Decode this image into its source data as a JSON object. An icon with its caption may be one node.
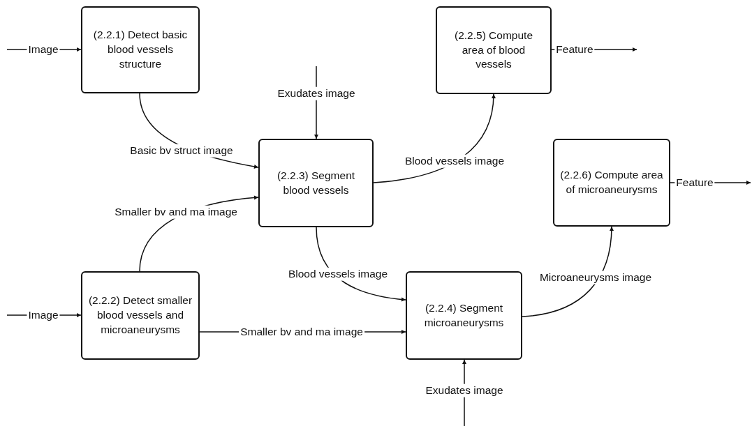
{
  "diagram": {
    "nodes": [
      {
        "text": [
          "(2.2.1) Detect basic blood vessels structure"
        ]
      },
      {
        "text": [
          "(2.2.5) Compute area of blood vessels"
        ]
      },
      {
        "text": [
          "(2.2.3) Segment blood vessels"
        ]
      },
      {
        "text": [
          "(2.2.6) Compute area of microaneurysms"
        ]
      },
      {
        "text": [
          "(2.2.2) Detect smaller blood vessels and microaneurysms"
        ]
      },
      {
        "text": [
          "(2.2.4) Segment microaneurysms"
        ]
      }
    ],
    "edges": [
      {
        "from": null,
        "to": 0,
        "arrow": "to",
        "label": "Image"
      },
      {
        "from": 1,
        "to": null,
        "arrow": "to",
        "label": "Feature"
      },
      {
        "from": null,
        "to": 2,
        "arrow": "to",
        "label": "Exudates image"
      },
      {
        "from": 0,
        "to": 2,
        "arrow": "to",
        "label": "Basic bv struct image"
      },
      {
        "from": 4,
        "to": 2,
        "arrow": "to",
        "label": "Smaller bv and ma image"
      },
      {
        "from": 2,
        "to": 1,
        "arrow": "to",
        "label": "Blood vessels image"
      },
      {
        "from": 3,
        "to": null,
        "arrow": "to",
        "label": "Feature"
      },
      {
        "from": null,
        "to": 4,
        "arrow": "to",
        "label": "Image"
      },
      {
        "from": 2,
        "to": 5,
        "arrow": "to",
        "label": "Blood vessels image"
      },
      {
        "from": 4,
        "to": 5,
        "arrow": "to",
        "label": "Smaller bv and ma image"
      },
      {
        "from": 5,
        "to": 3,
        "arrow": "to",
        "label": "Microaneurysms image"
      },
      {
        "from": null,
        "to": 5,
        "arrow": "to",
        "label": "Exudates image"
      }
    ]
  }
}
